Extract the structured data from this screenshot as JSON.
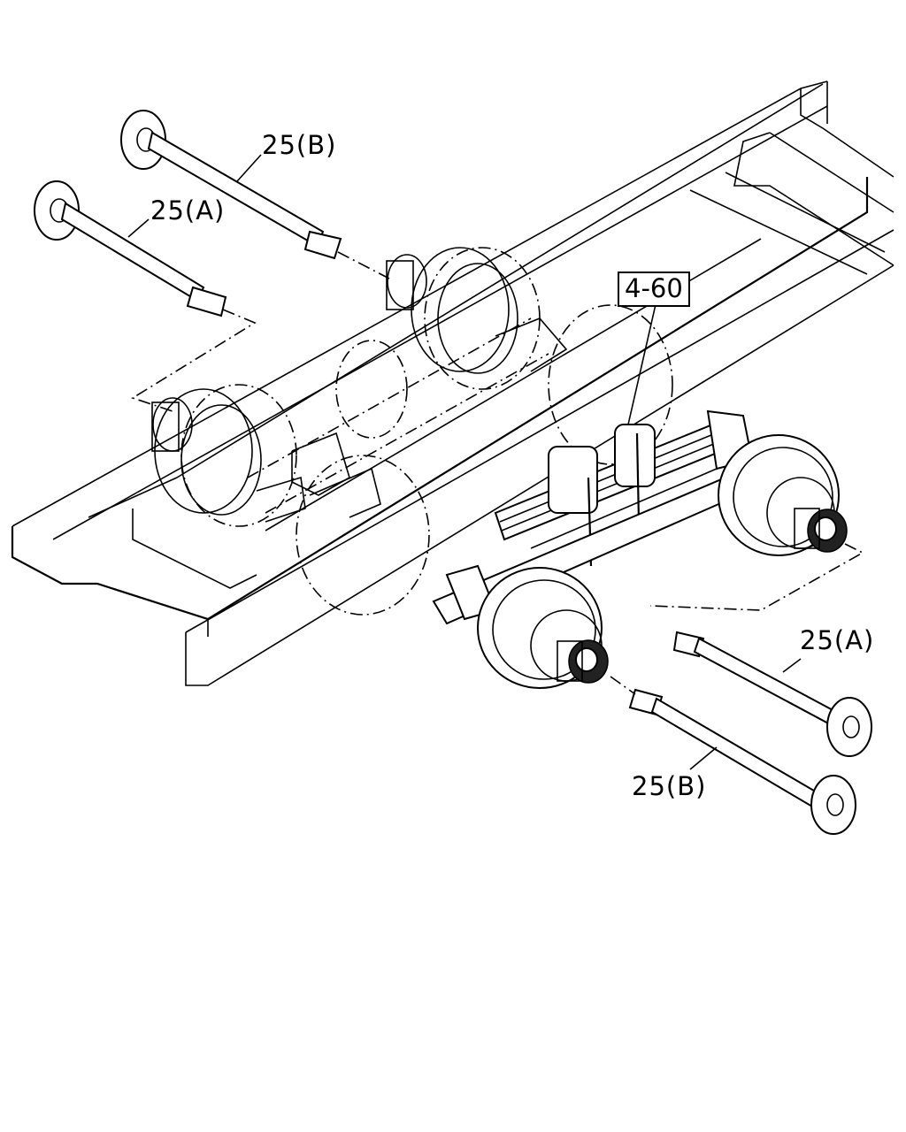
{
  "callouts": {
    "shaft_b_top": "25(B)",
    "shaft_a_top": "25(A)",
    "ref": "4-60",
    "shaft_a_bottom": "25(A)",
    "shaft_b_bottom": "25(B)"
  }
}
